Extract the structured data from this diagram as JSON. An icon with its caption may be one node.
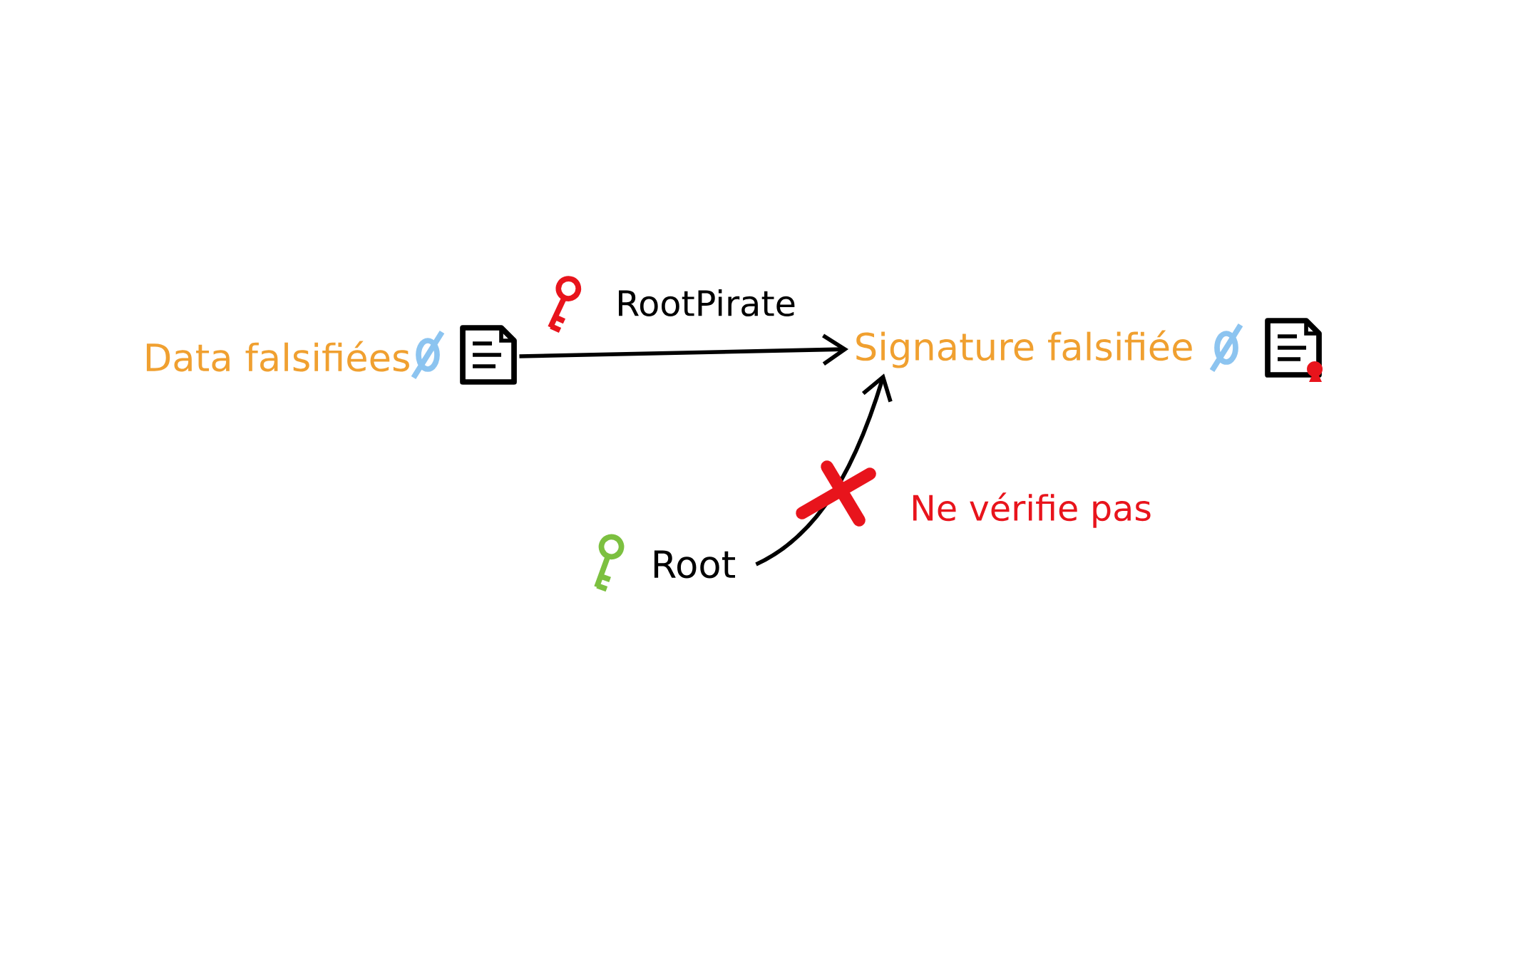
{
  "diagram": {
    "nodes": [
      {
        "text": [
          "Data falsifiées"
        ]
      },
      {
        "text": [
          "Signature falsifiée"
        ]
      },
      {
        "text": [
          "Root"
        ]
      }
    ],
    "edges": [
      {
        "from": 0,
        "to": 1,
        "arrow": "to",
        "label": "RootPirate"
      },
      {
        "from": 2,
        "to": 1,
        "arrow": "to",
        "label": "Ne vérifie pas"
      }
    ]
  }
}
